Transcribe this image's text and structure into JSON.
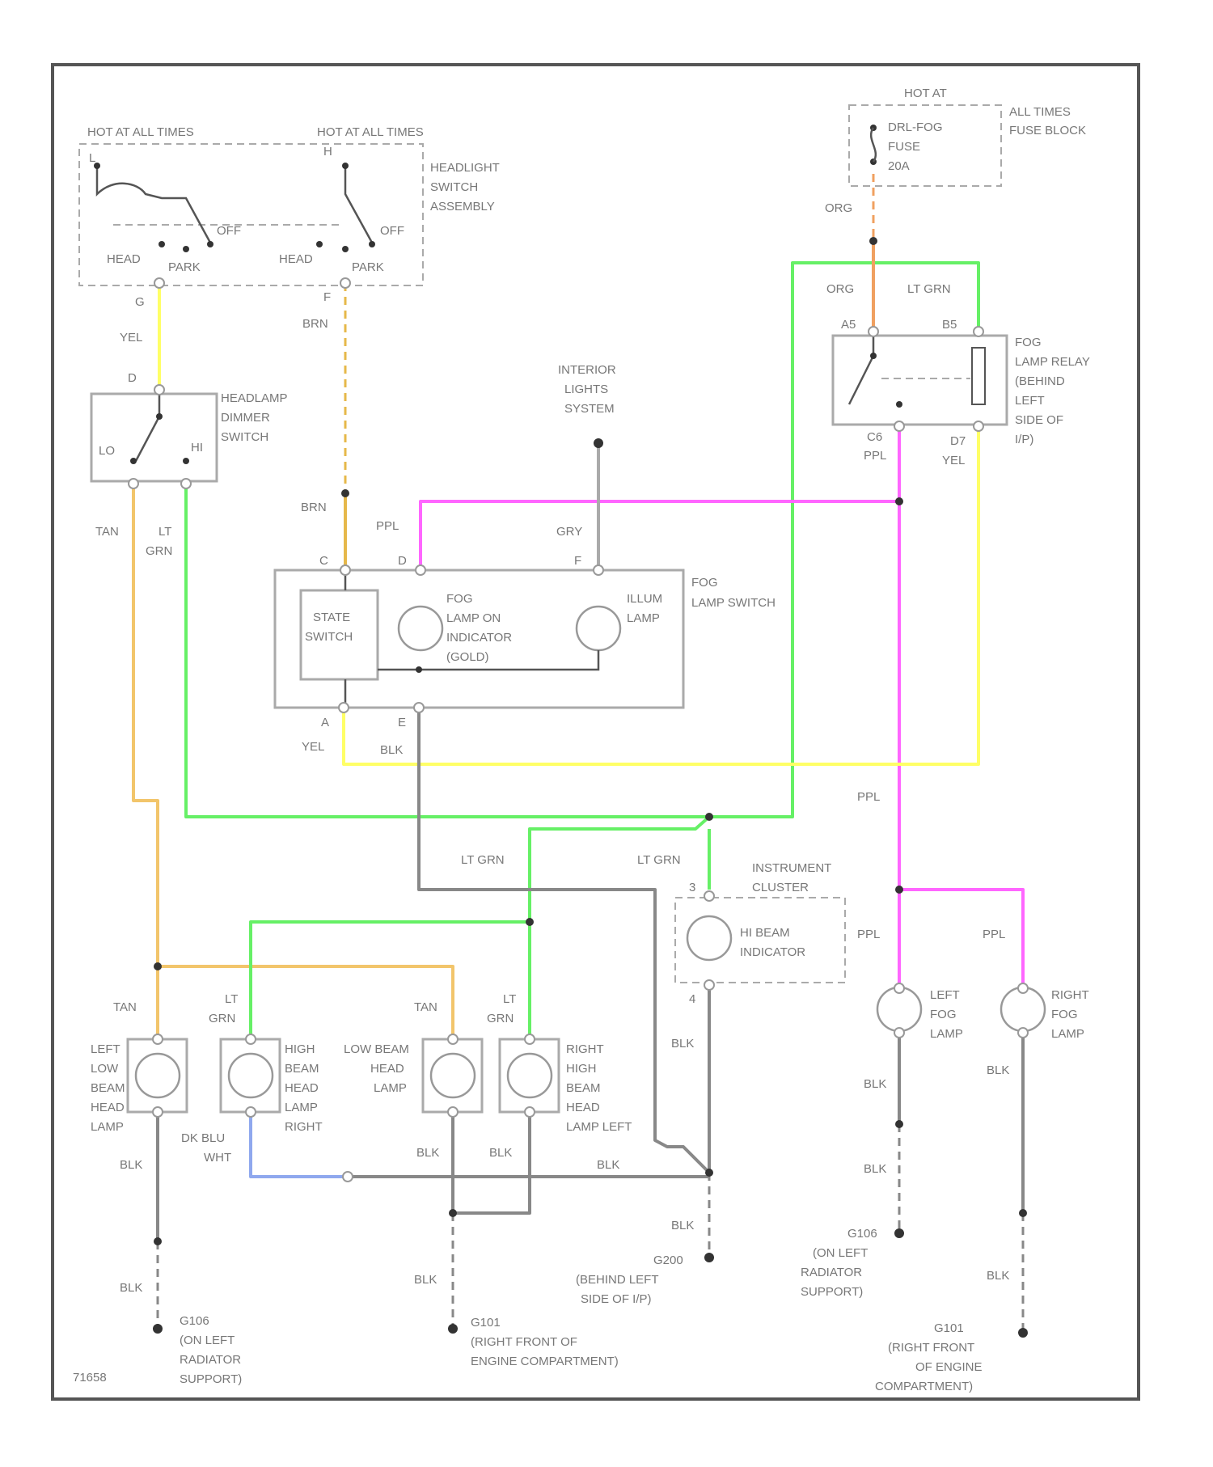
{
  "diagram_id": "71658",
  "colors": {
    "yel": "#ffff66",
    "brn": "#e6b84a",
    "tan": "#f2c56b",
    "lt_grn": "#66f066",
    "ppl": "#ff66ff",
    "org": "#f0a060",
    "gry": "#9a9a9a",
    "blk": "#777777",
    "dk_blu_wht": "#8fa8ee",
    "frame": "#555555"
  },
  "power": {
    "hot_at_all_times_1": "HOT AT ALL TIMES",
    "hot_at_all_times_2": "HOT AT ALL TIMES",
    "hot_at_1": "HOT AT",
    "hot_at_2": "ALL TIMES",
    "fuse_1": "DRL-FOG",
    "fuse_2": "FUSE",
    "fuse_3": "20A",
    "fuse_block": "FUSE BLOCK"
  },
  "headlight_switch": {
    "name_1": "HEADLIGHT",
    "name_2": "SWITCH",
    "name_3": "ASSEMBLY",
    "pin_left_top": "L",
    "pin_right_top": "H",
    "off_1": "OFF",
    "off_2": "OFF",
    "head_1": "HEAD",
    "head_2": "HEAD",
    "park_1": "PARK",
    "park_2": "PARK",
    "pin_g": "G",
    "pin_f": "F"
  },
  "dimmer_switch": {
    "name_1": "HEADLAMP",
    "name_2": "DIMMER",
    "name_3": "SWITCH",
    "pin_d": "D",
    "lo": "LO",
    "hi": "HI"
  },
  "fog_lamp_switch": {
    "name_1": "FOG",
    "name_2": "LAMP SWITCH",
    "state_1": "STATE",
    "state_2": "SWITCH",
    "ind_1": "FOG",
    "ind_2": "LAMP ON",
    "ind_3": "INDICATOR",
    "ind_4": "(GOLD)",
    "illum_1": "ILLUM",
    "illum_2": "LAMP",
    "pin_c": "C",
    "pin_d": "D",
    "pin_f": "F",
    "pin_a": "A",
    "pin_e": "E"
  },
  "interior_lights": {
    "l1": "INTERIOR",
    "l2": "LIGHTS",
    "l3": "SYSTEM"
  },
  "fog_relay": {
    "name_1": "FOG",
    "name_2": "LAMP RELAY",
    "name_3": "(BEHIND",
    "name_4": "LEFT",
    "name_5": "SIDE OF",
    "name_6": "I/P)",
    "p_a": "A5",
    "p_b": "B5",
    "p_c": "C6",
    "p_d": "D7"
  },
  "instrument_cluster": {
    "name_1": "INSTRUMENT",
    "name_2": "CLUSTER",
    "ind_1": "HI BEAM",
    "ind_2": "INDICATOR",
    "pin_top": "3",
    "pin_bot": "4"
  },
  "lamps": {
    "left_low": [
      "LEFT",
      "LOW",
      "BEAM",
      "HEAD",
      "LAMP"
    ],
    "high_right": [
      "HIGH",
      "BEAM",
      "HEAD",
      "LAMP",
      "RIGHT"
    ],
    "low_right": [
      "LOW BEAM",
      "HEAD",
      "LAMP"
    ],
    "right_high_left": [
      "RIGHT",
      "HIGH",
      "BEAM",
      "HEAD",
      "LAMP LEFT"
    ],
    "left_fog": [
      "LEFT",
      "FOG",
      "LAMP"
    ],
    "right_fog": [
      "RIGHT",
      "FOG",
      "LAMP"
    ]
  },
  "wires": {
    "yel_1": "YEL",
    "brn_1": "BRN",
    "brn_2": "BRN",
    "tan_1": "TAN",
    "lt_grn_1a": "LT",
    "lt_grn_1b": "GRN",
    "org_1": "ORG",
    "org_2": "ORG",
    "lt_grn_2": "LT GRN",
    "ppl_1": "PPL",
    "ppl_relay": "PPL",
    "yel_relay": "YEL",
    "gry": "GRY",
    "yel_2": "YEL",
    "blk_1": "BLK",
    "lt_grn_3": "LT GRN",
    "lt_grn_4": "LT GRN",
    "ppl_2": "PPL",
    "ppl_3": "PPL",
    "ppl_4": "PPL",
    "tan_2": "TAN",
    "lt_a": "LT",
    "grn_a": "GRN",
    "tan_3": "TAN",
    "lt_b": "LT",
    "grn_b": "GRN",
    "blk_2": "BLK",
    "dk_blu_1": "DK BLU",
    "dk_blu_2": "WHT",
    "blk_3": "BLK",
    "blk_4": "BLK",
    "blk_5": "BLK",
    "blk_6": "BLK",
    "blk_7": "BLK",
    "blk_8": "BLK",
    "blk_9": "BLK",
    "blk_10": "BLK",
    "blk_11": "BLK",
    "blk_12": "BLK",
    "blk_13": "BLK"
  },
  "grounds": {
    "g1": [
      "G106",
      "(ON LEFT",
      "RADIATOR",
      "SUPPORT)"
    ],
    "g2": [
      "G101",
      "(RIGHT FRONT OF",
      "ENGINE COMPARTMENT)"
    ],
    "g3": [
      "G200",
      "(BEHIND LEFT",
      "SIDE OF I/P)"
    ],
    "g4": [
      "G106",
      "(ON LEFT",
      "RADIATOR",
      "SUPPORT)"
    ],
    "g5": [
      "G101",
      "(RIGHT FRONT",
      "OF ENGINE",
      "COMPARTMENT)"
    ]
  }
}
